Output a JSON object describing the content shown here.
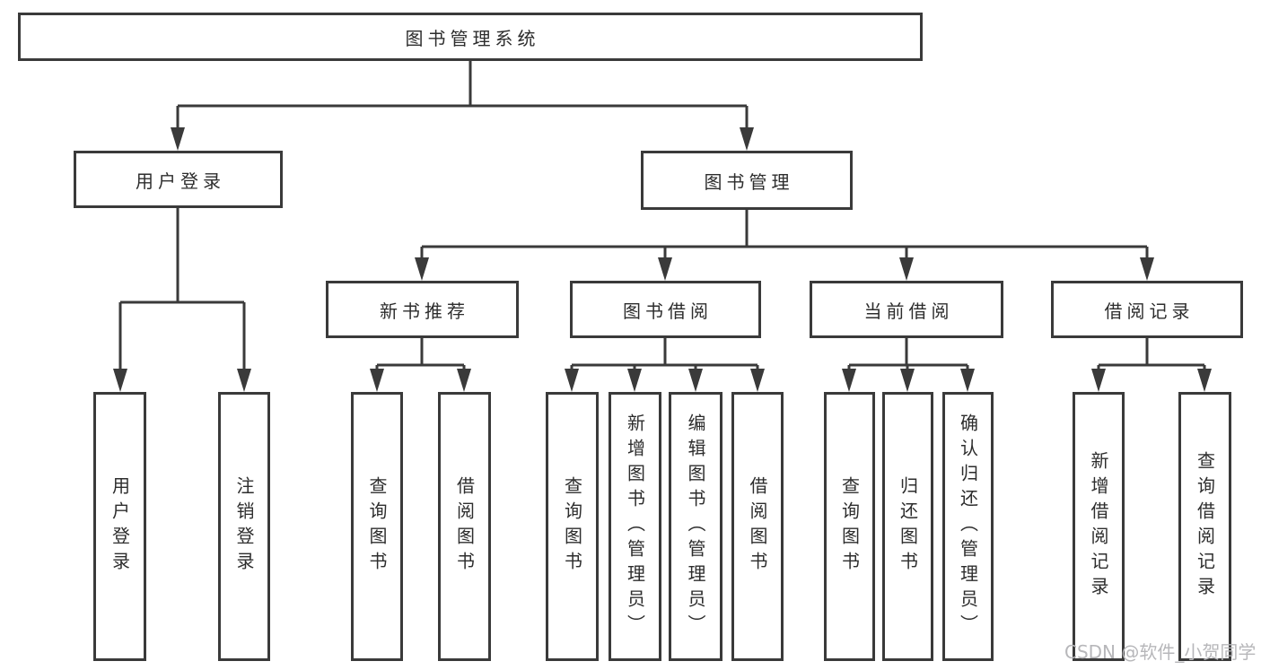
{
  "colors": {
    "line": "#3a3a3a",
    "text": "#2d2d2d",
    "background": "#ffffff",
    "watermark": "#b7b7ba"
  },
  "tree": {
    "root": "图书管理系统",
    "branches": [
      {
        "label": "用户登录",
        "children": [
          "用户登录",
          "注销登录"
        ]
      },
      {
        "label": "图书管理",
        "groups": [
          {
            "label": "新书推荐",
            "children": [
              "查询图书",
              "借阅图书"
            ]
          },
          {
            "label": "图书借阅",
            "children": [
              "查询图书",
              "新增图书（管理员）",
              "编辑图书（管理员）",
              "借阅图书"
            ]
          },
          {
            "label": "当前借阅",
            "children": [
              "查询图书",
              "归还图书",
              "确认归还（管理员）"
            ]
          },
          {
            "label": "借阅记录",
            "children": [
              "新增借阅记录",
              "查询借阅记录"
            ]
          }
        ]
      }
    ]
  },
  "watermark": {
    "text": "CSDN @软件_小贺同学"
  }
}
